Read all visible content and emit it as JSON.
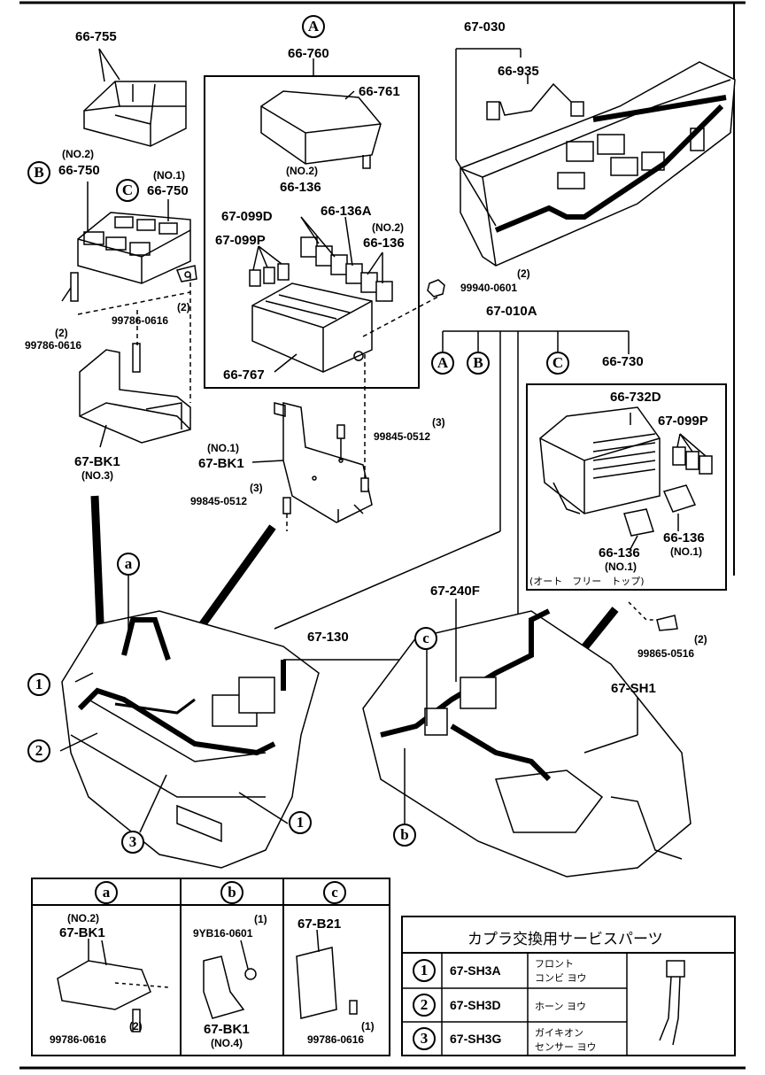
{
  "frame": {
    "top_rule": true,
    "bottom_rule": true
  },
  "callouts": {
    "A": "A",
    "B": "B",
    "C": "C",
    "a": "a",
    "b": "b",
    "c": "c",
    "n1": "1",
    "n2": "2",
    "n3": "3"
  },
  "parts": {
    "p66_755": "66-755",
    "p66_760": "66-760",
    "p66_761": "66-761",
    "no2_66_750": "(NO.2)",
    "p66_750_b": "66-750",
    "no1_66_750": "(NO.1)",
    "p66_750_c": "66-750",
    "no2_66_136a": "(NO.2)",
    "p66_136_a": "66-136",
    "p66_136A": "66-136A",
    "p67_099D": "67-099D",
    "p67_099P": "67-099P",
    "no2_66_136b": "(NO.2)",
    "p66_136_b": "66-136",
    "p99786_0616_a": "99786-0616",
    "q2_a": "(2)",
    "p99786_0616_b": "99786-0616",
    "q2_b": "(2)",
    "p99940_0601": "99940-0601",
    "q2_c": "(2)",
    "p66_767": "66-767",
    "p67_BK1_no3": "67-BK1",
    "no3": "(NO.3)",
    "no1_bk1": "(NO.1)",
    "p67_BK1_no1": "67-BK1",
    "q3_a": "(3)",
    "p99845_0512_a": "99845-0512",
    "q3_b": "(3)",
    "p99845_0512_b": "99845-0512",
    "p67_030": "67-030",
    "p66_935": "66-935",
    "p67_010A": "67-010A",
    "p66_730": "66-730",
    "p66_732D": "66-732D",
    "p67_099P_r": "67-099P",
    "p66_136_no1a": "66-136",
    "no1_a": "(NO.1)",
    "p66_136_no1b": "66-136",
    "no1_b": "(NO.1)",
    "auto_free_top": "(オート　フリー　トップ)",
    "q2_d": "(2)",
    "p99865_0516": "99865-0516",
    "p67_240F": "67-240F",
    "p67_130": "67-130",
    "p67_SH1": "67-SH1"
  },
  "inset_a": {
    "no2": "(NO.2)",
    "part": "67-BK1",
    "q": "(2)",
    "bolt": "99786-0616"
  },
  "inset_b": {
    "q": "(1)",
    "nut": "9YB16-0601",
    "part": "67-BK1",
    "no4": "(NO.4)"
  },
  "inset_c": {
    "part": "67-B21",
    "q": "(1)",
    "bolt": "99786-0616"
  },
  "service_table": {
    "title": "カプラ交換用サービスパーツ",
    "rows": [
      {
        "num": "1",
        "part": "67-SH3A",
        "desc1": "フロント",
        "desc2": "コンビ ヨウ"
      },
      {
        "num": "2",
        "part": "67-SH3D",
        "desc1": "ホーン ヨウ",
        "desc2": ""
      },
      {
        "num": "3",
        "part": "67-SH3G",
        "desc1": "ガイキオン",
        "desc2": "センサー ヨウ"
      }
    ]
  }
}
